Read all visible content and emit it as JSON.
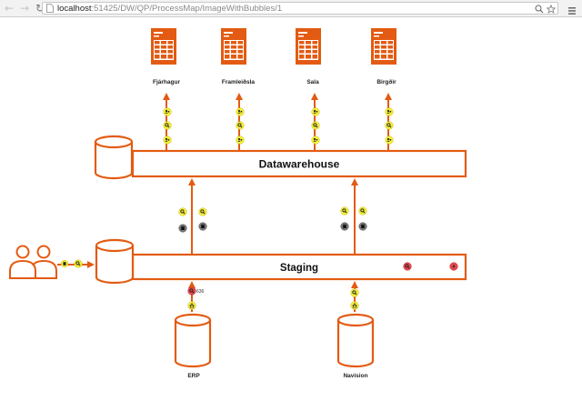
{
  "browser": {
    "url_host": "localhost",
    "url_path": ":51425/DW/QP/ProcessMap/ImageWithBubbles/1"
  },
  "colors": {
    "accent": "#e35b12",
    "bubble_yellow": "#f4ee3a",
    "bubble_red": "#e8474d",
    "bubble_gray": "#6b6b6b"
  },
  "map": {
    "warehouse_label": "Datawarehouse",
    "staging_label": "Staging",
    "reports": [
      {
        "label": "Fjárhagur"
      },
      {
        "label": "Framleiðsla"
      },
      {
        "label": "Sala"
      },
      {
        "label": "Birgðir"
      }
    ],
    "sources": [
      {
        "label": "ERP",
        "badge": "636"
      },
      {
        "label": "Navision"
      }
    ]
  }
}
